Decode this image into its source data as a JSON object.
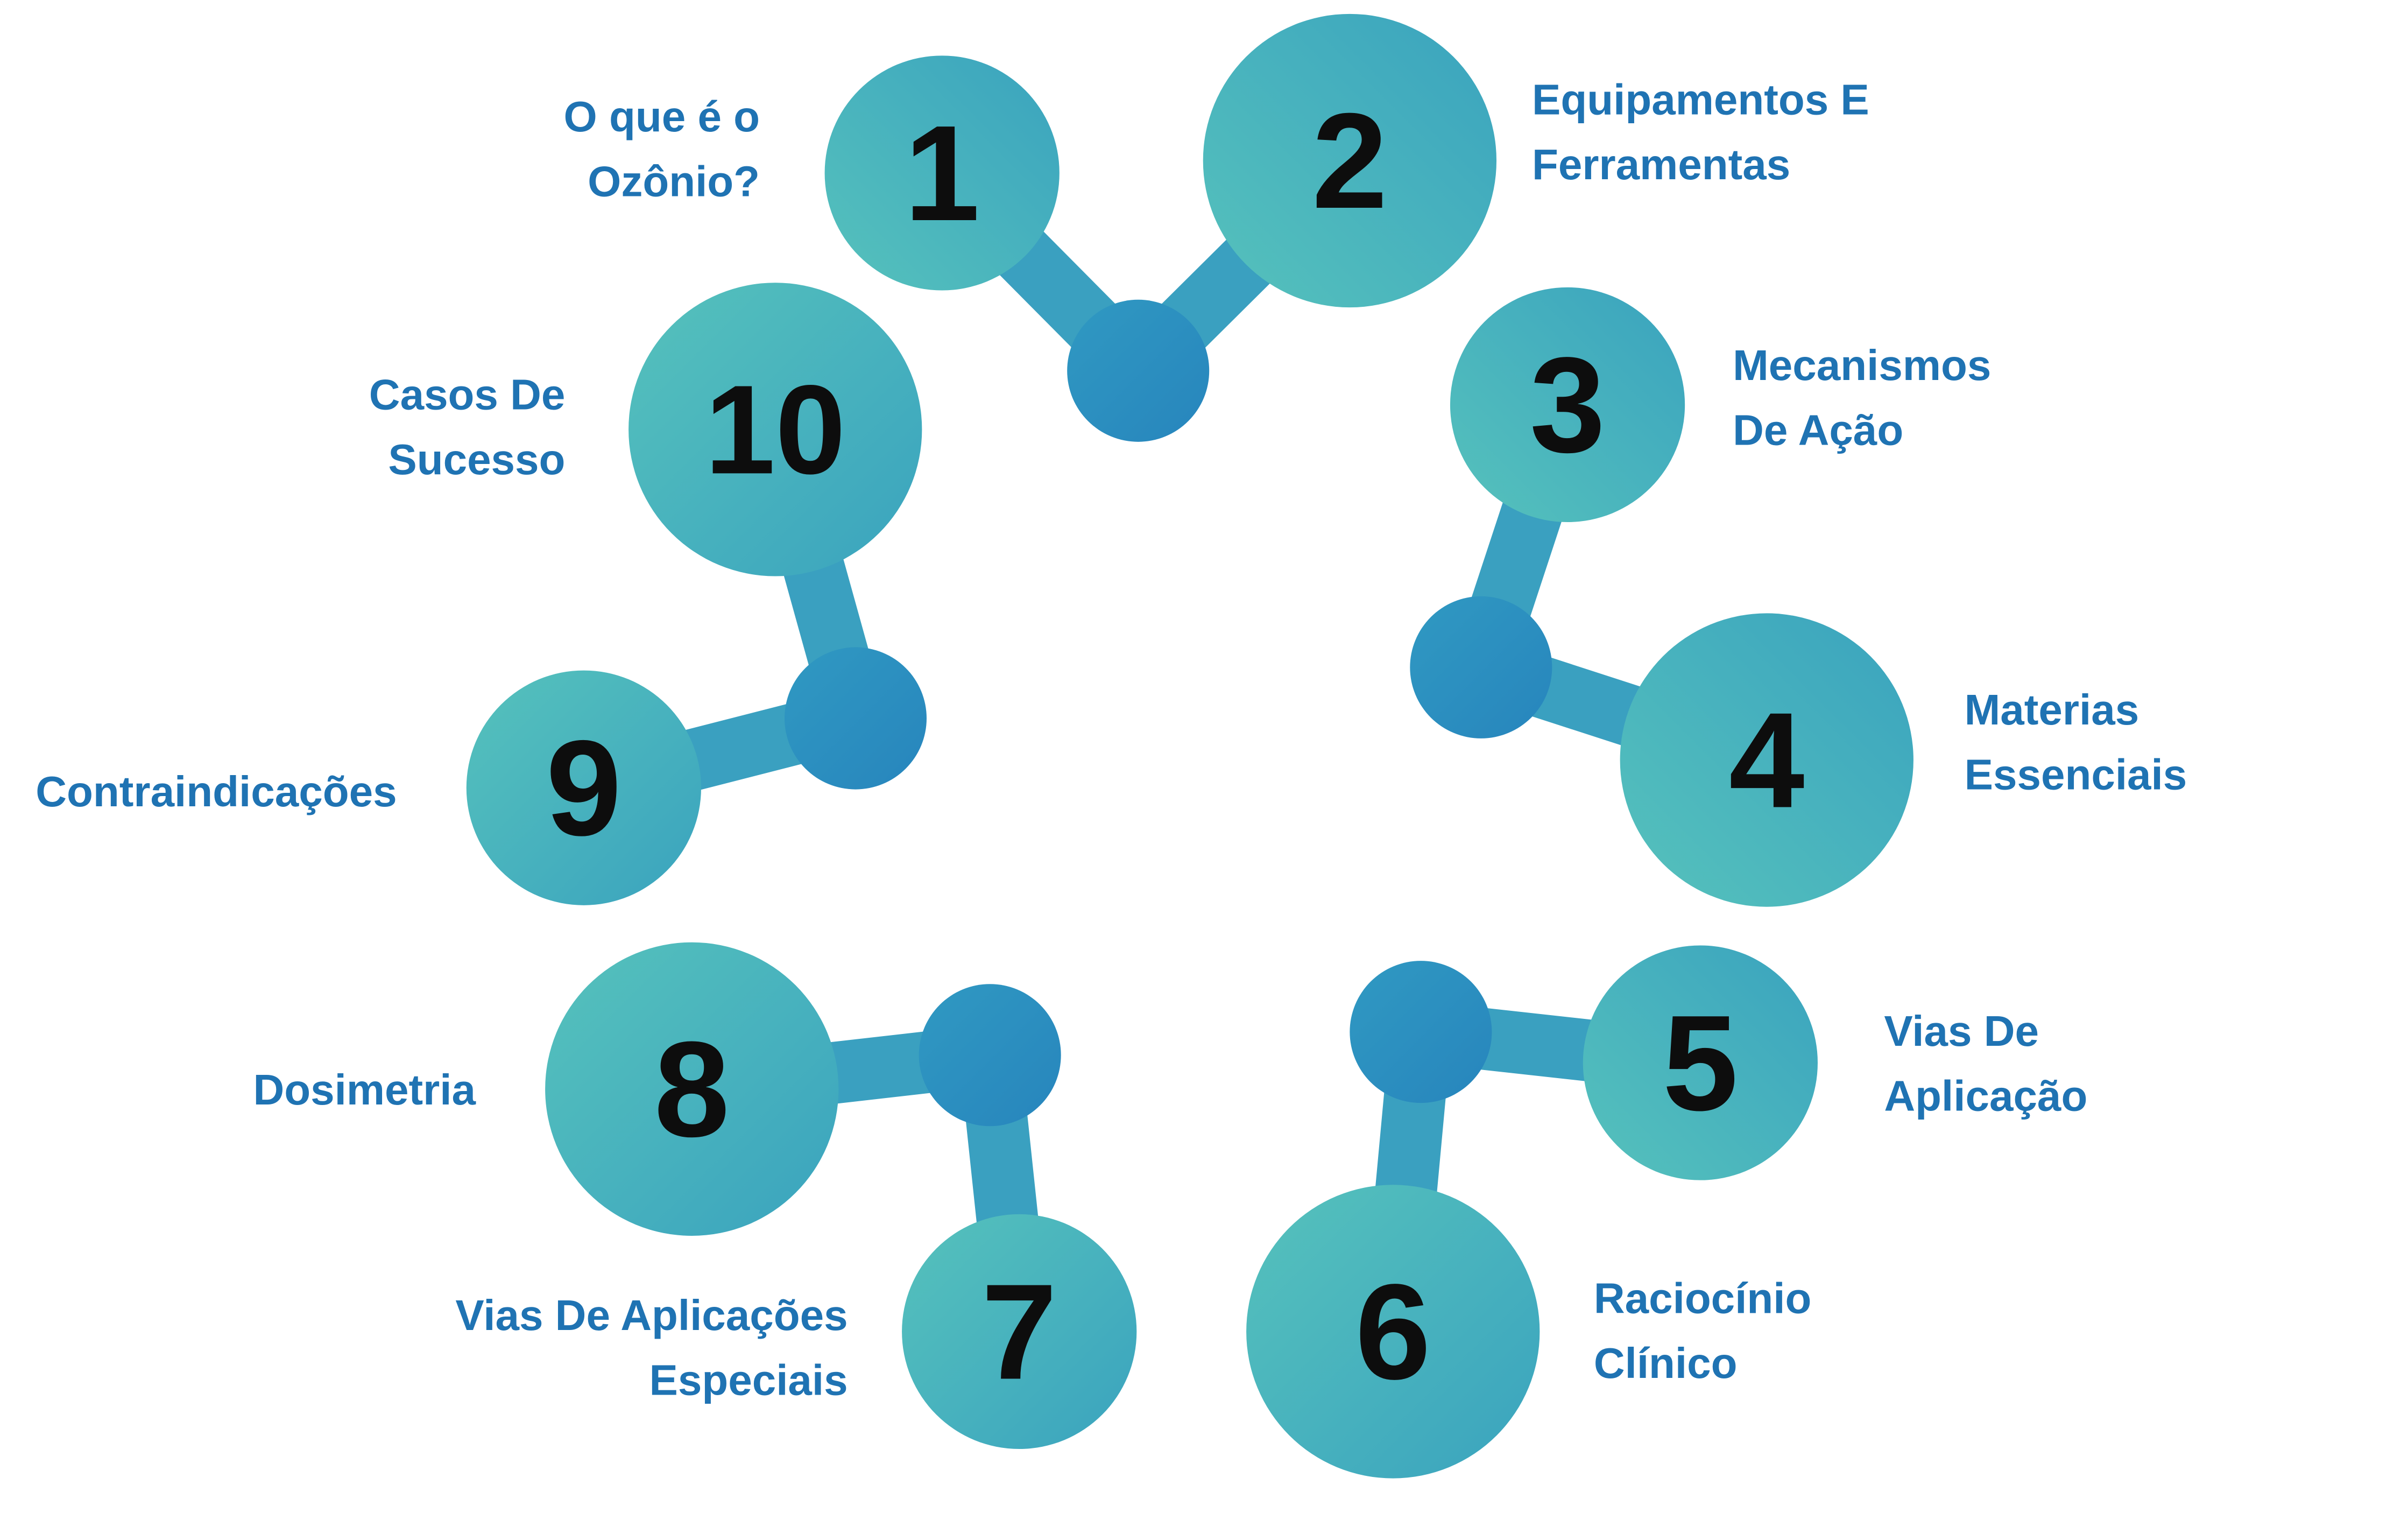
{
  "colors": {
    "circle_light": "#52bfbb",
    "circle_dark": "#2a8ec0",
    "label_color": "#1f73b3",
    "number_color": "#0d0d0d",
    "background": "#ffffff"
  },
  "steps": [
    {
      "number": "1",
      "label_lines": [
        "O que é o",
        "Ozônio?"
      ]
    },
    {
      "number": "2",
      "label_lines": [
        "Equipamentos E",
        "Ferramentas"
      ]
    },
    {
      "number": "3",
      "label_lines": [
        "Mecanismos",
        "De Ação"
      ]
    },
    {
      "number": "4",
      "label_lines": [
        "Materias",
        "Essenciais"
      ]
    },
    {
      "number": "5",
      "label_lines": [
        "Vias De",
        "Aplicação"
      ]
    },
    {
      "number": "6",
      "label_lines": [
        "Raciocínio",
        "Clínico"
      ]
    },
    {
      "number": "7",
      "label_lines": [
        "Vias De Aplicações",
        "Especiais"
      ]
    },
    {
      "number": "8",
      "label_lines": [
        "Dosimetria"
      ]
    },
    {
      "number": "9",
      "label_lines": [
        "Contraindicações"
      ]
    },
    {
      "number": "10",
      "label_lines": [
        "Casos De",
        "Sucesso"
      ]
    }
  ]
}
